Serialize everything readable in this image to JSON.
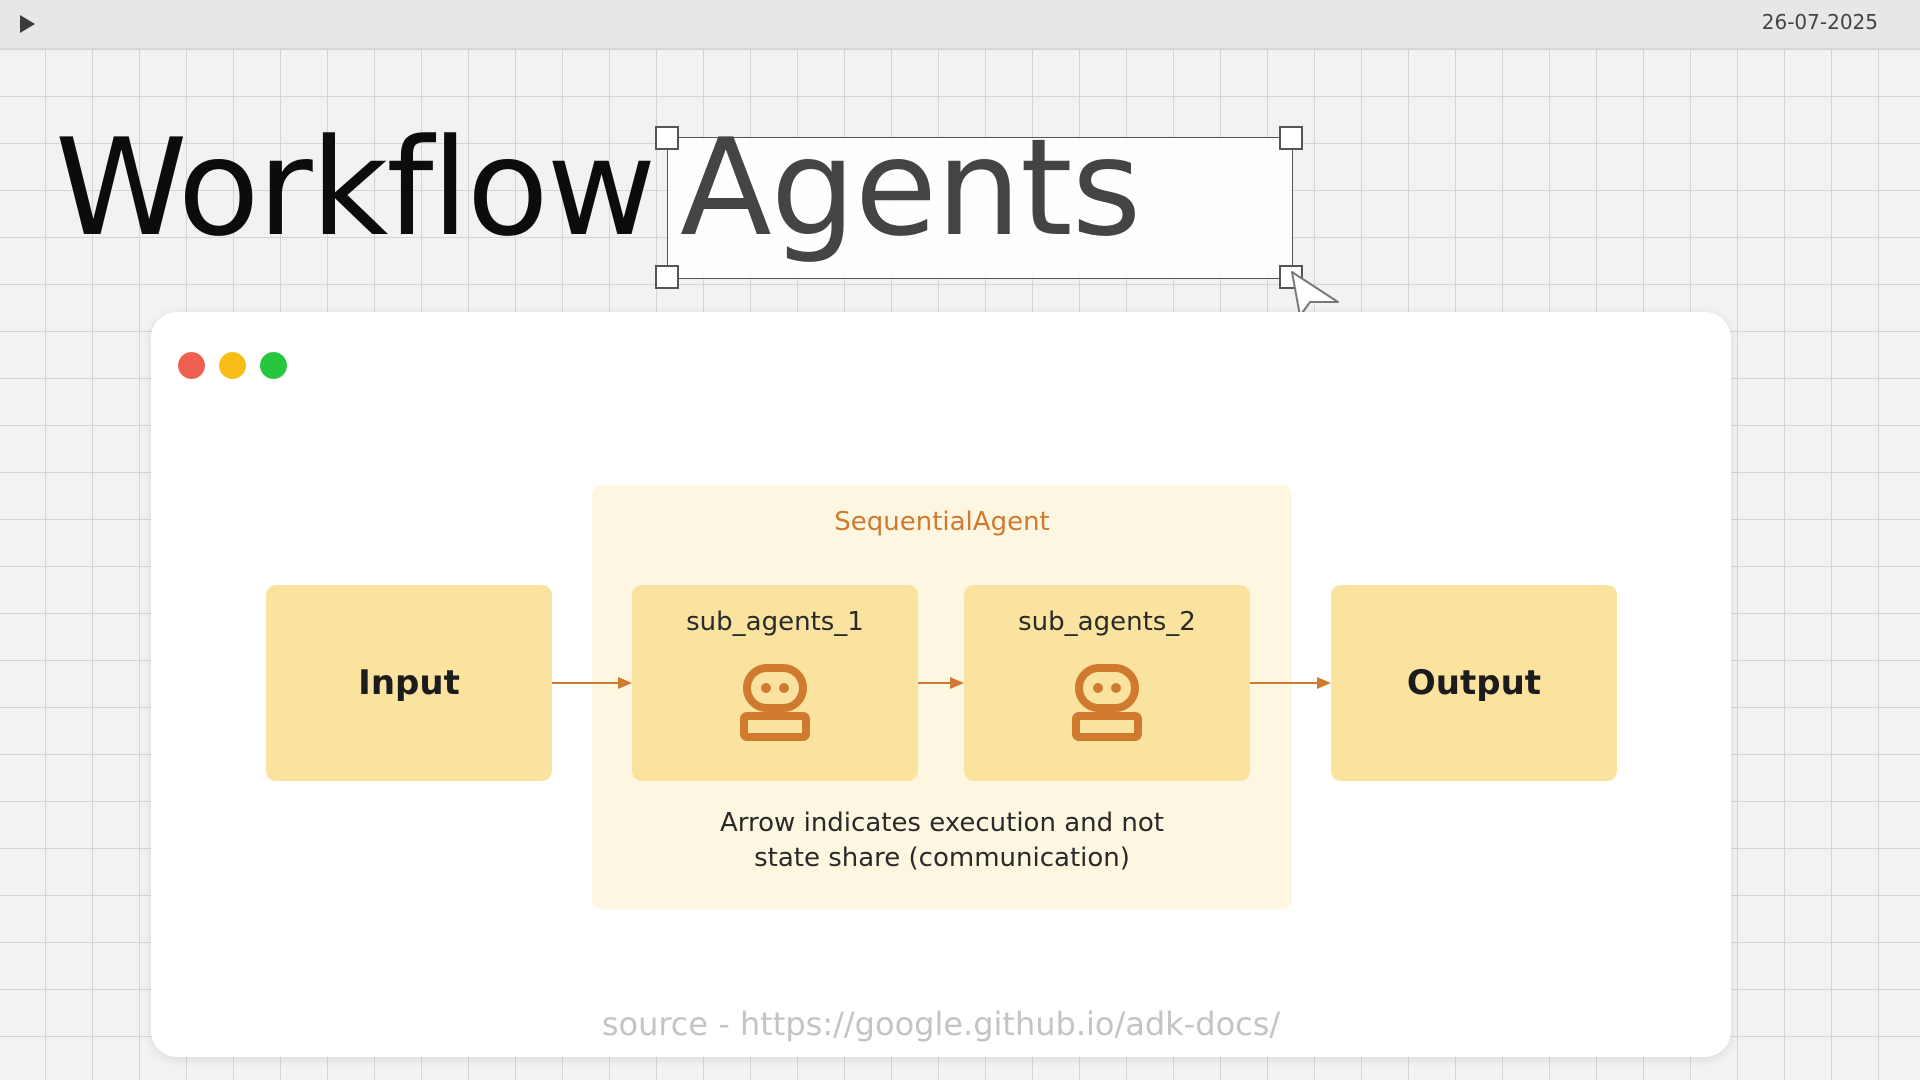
{
  "topbar": {
    "play_icon": "play-icon",
    "date": "26-07-2025"
  },
  "title": {
    "word_1": "Workflow",
    "word_2": "Agents"
  },
  "window": {
    "controls": [
      "close-dot",
      "minimize-dot",
      "maximize-dot"
    ],
    "control_colors": [
      "#f0604f",
      "#f7be18",
      "#27c63f"
    ]
  },
  "diagram": {
    "container_label": "SequentialAgent",
    "input_label": "Input",
    "sub_agent_1_label": "sub_agents_1",
    "sub_agent_2_label": "sub_agents_2",
    "output_label": "Output",
    "note_line_1": "Arrow indicates execution and not",
    "note_line_2": "state share (communication)",
    "node_color": "#fae39f",
    "container_color": "#fdf7e2",
    "accent_color": "#d07a30",
    "agent_icon": "robot-icon"
  },
  "source_text": "source - https://google.github.io/adk-docs/"
}
